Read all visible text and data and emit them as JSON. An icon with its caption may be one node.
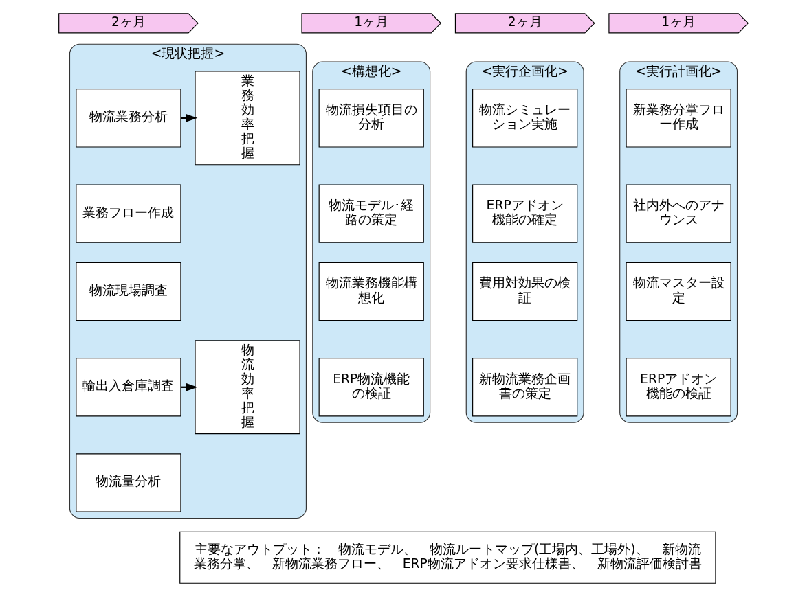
{
  "diagram": {
    "nodes": [
      {
        "text": [
          "2ヶ月"
        ]
      },
      {
        "text": [
          "1ヶ月"
        ]
      },
      {
        "text": [
          "2ヶ月"
        ]
      },
      {
        "text": [
          "1ヶ月"
        ]
      },
      {
        "text": [
          "<現状把握>"
        ]
      },
      {
        "text": [
          "物流業務分析"
        ],
        "in": 4
      },
      {
        "text": [
          "業務フロー作成"
        ],
        "in": 4
      },
      {
        "text": [
          "物流現場調査"
        ],
        "in": 4
      },
      {
        "text": [
          "輸出入倉庫調査"
        ],
        "in": 4
      },
      {
        "text": [
          "物流量分析"
        ],
        "in": 4
      },
      {
        "text": [
          "業務効率把握"
        ],
        "in": 4
      },
      {
        "text": [
          "物流効率把握"
        ],
        "in": 4
      },
      {
        "text": [
          "<構想化>"
        ]
      },
      {
        "text": [
          "物流損失項目の分析"
        ],
        "in": 12
      },
      {
        "text": [
          "物流モデル･経路の策定"
        ],
        "in": 12
      },
      {
        "text": [
          "物流業務機能構想化"
        ],
        "in": 12
      },
      {
        "text": [
          "ERP物流機能の検証"
        ],
        "in": 12
      },
      {
        "text": [
          "<実行企画化>"
        ]
      },
      {
        "text": [
          "物流シミュレーション実施"
        ],
        "in": 17
      },
      {
        "text": [
          "ERPアドオン機能の確定"
        ],
        "in": 17
      },
      {
        "text": [
          "費用対効果の検証"
        ],
        "in": 17
      },
      {
        "text": [
          "新物流業務企画書の策定"
        ],
        "in": 17
      },
      {
        "text": [
          "<実行計画化>"
        ]
      },
      {
        "text": [
          "新業務分掌フロー作成"
        ],
        "in": 22
      },
      {
        "text": [
          "社内外へのアナウンス"
        ],
        "in": 22
      },
      {
        "text": [
          "物流マスター設定"
        ],
        "in": 22
      },
      {
        "text": [
          "ERPアドオン機能の検証"
        ],
        "in": 22
      },
      {
        "text": [
          "主要なアウトプット：　物流モデル、　物流ルートマップ(工場内、工場外)、　新物流業務分掌、　新物流業務フロー、　ERP物流アドオン要求仕様書、　新物流評価検討書"
        ]
      }
    ],
    "edges": [
      {
        "from": 5,
        "to": 10,
        "arrow": "to"
      },
      {
        "from": 8,
        "to": 11,
        "arrow": "to"
      }
    ]
  }
}
